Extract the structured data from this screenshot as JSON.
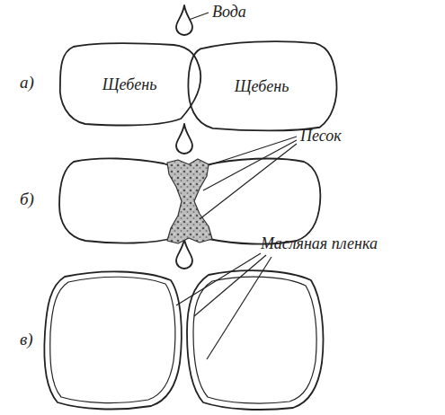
{
  "diagram": {
    "nodes": [
      {
        "text": [
          "Щебень"
        ]
      },
      {
        "text": [
          "Щебень"
        ]
      }
    ],
    "labels": [
      "Вода",
      "а)",
      "б)",
      "Песок",
      "в)",
      "Масляная пленка"
    ]
  }
}
